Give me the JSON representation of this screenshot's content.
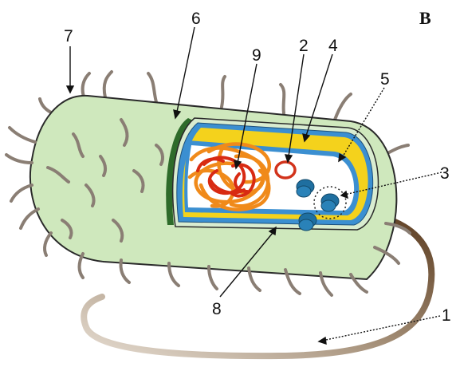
{
  "panel_label": "B",
  "labels": {
    "l1": "1",
    "l2": "2",
    "l3": "3",
    "l4": "4",
    "l5": "5",
    "l6": "6",
    "l7": "7",
    "l8": "8",
    "l9": "9"
  },
  "colors": {
    "outer_wall": "#cfe8bd",
    "wall_outline": "#2a2a2a",
    "capsule_dark": "#2e6b2a",
    "membrane_blue": "#3b8fd1",
    "periplasm_yellow": "#f4d21c",
    "cytoplasm": "#ffffff",
    "ribosome": "#1f6fa0",
    "dna_orange": "#f08a1a",
    "dna_red": "#d82a12",
    "plasmid": "#d2331b",
    "pili": "#8a7e74",
    "flagellum": "#6b4a2d"
  }
}
